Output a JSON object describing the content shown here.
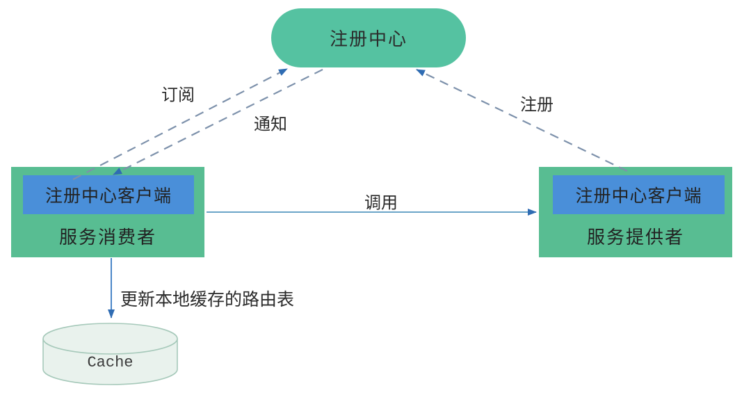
{
  "diagram": {
    "title_hint": "service registry architecture diagram",
    "nodes": {
      "registry": {
        "label": "注册中心",
        "shape": "stadium"
      },
      "consumer": {
        "client_label": "注册中心客户端",
        "label": "服务消费者",
        "shape": "rect"
      },
      "provider": {
        "client_label": "注册中心客户端",
        "label": "服务提供者",
        "shape": "rect"
      },
      "cache": {
        "label": "Cache",
        "shape": "cylinder"
      }
    },
    "edges": {
      "subscribe": {
        "label": "订阅",
        "from": "consumer",
        "to": "registry",
        "style": "dashed"
      },
      "notify": {
        "label": "通知",
        "from": "registry",
        "to": "consumer",
        "style": "dashed"
      },
      "register": {
        "label": "注册",
        "from": "provider",
        "to": "registry",
        "style": "dashed"
      },
      "invoke": {
        "label": "调用",
        "from": "consumer",
        "to": "provider",
        "style": "solid"
      },
      "update_cache": {
        "label": "更新本地缓存的路由表",
        "from": "consumer",
        "to": "cache",
        "style": "solid"
      }
    },
    "colors": {
      "registry_fill": "#55c2a1",
      "service_box_fill": "#58bd92",
      "client_box_fill": "#4a8fd9",
      "cache_fill": "#e9f2ed",
      "cache_stroke": "#a6c9ba",
      "dashed_line": "#7d91ab",
      "solid_line": "#6aa5c8",
      "arrowhead": "#2f6cb3",
      "text": "#2f2f2f"
    }
  }
}
